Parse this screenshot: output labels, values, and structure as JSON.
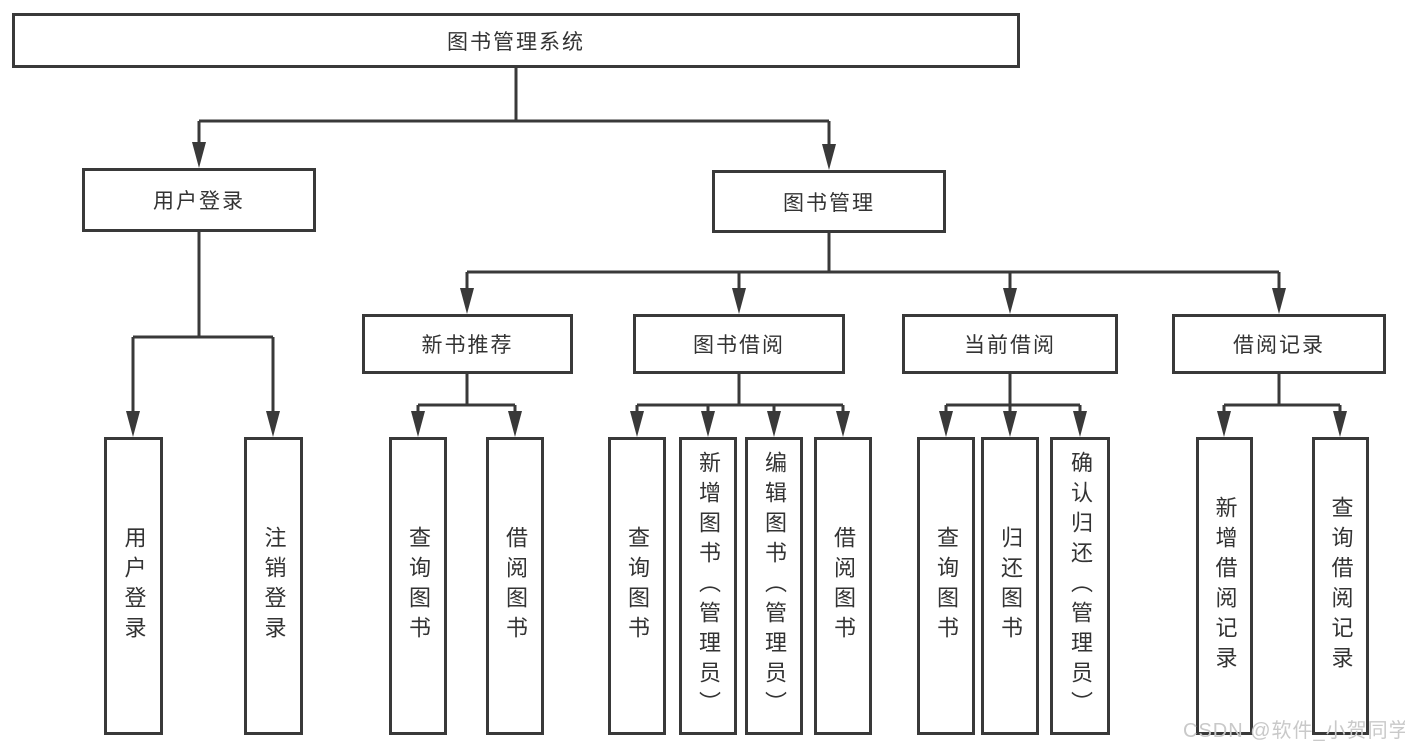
{
  "diagram_title": "图书管理系统",
  "watermark": "CSDN @软件_小贺同学",
  "colors": {
    "line": "#393939",
    "border": "#393939",
    "text": "#333333",
    "watermark": "#c9c9c9",
    "background": "#ffffff"
  },
  "nodes": {
    "root": {
      "label": "图书管理系统"
    },
    "user_login": {
      "label": "用户登录"
    },
    "book_mgmt": {
      "label": "图书管理"
    },
    "new_book_rec": {
      "label": "新书推荐"
    },
    "book_borrow": {
      "label": "图书借阅"
    },
    "current_borrow": {
      "label": "当前借阅"
    },
    "borrow_record": {
      "label": "借阅记录"
    },
    "leaf_user_login": {
      "label": "用户登录"
    },
    "leaf_logout": {
      "label": "注销登录"
    },
    "leaf_nbr_query": {
      "label": "查询图书"
    },
    "leaf_nbr_borrow": {
      "label": "借阅图书"
    },
    "leaf_bb_query": {
      "label": "查询图书"
    },
    "leaf_bb_add": {
      "label": "新增图书（管理员）"
    },
    "leaf_bb_edit": {
      "label": "编辑图书（管理员）"
    },
    "leaf_bb_borrow": {
      "label": "借阅图书"
    },
    "leaf_cb_query": {
      "label": "查询图书"
    },
    "leaf_cb_return": {
      "label": "归还图书"
    },
    "leaf_cb_confirm": {
      "label": "确认归还（管理员）"
    },
    "leaf_br_add": {
      "label": "新增借阅记录"
    },
    "leaf_br_query": {
      "label": "查询借阅记录"
    }
  }
}
